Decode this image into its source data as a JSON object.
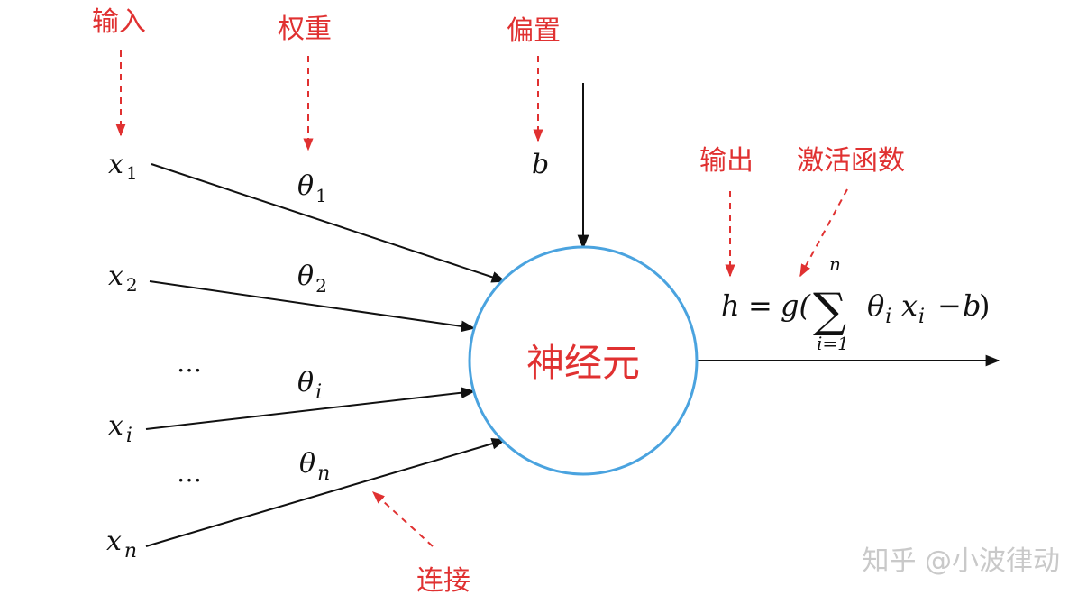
{
  "annotations": {
    "input": "输入",
    "weight": "权重",
    "bias": "偏置",
    "output": "输出",
    "activation": "激活函数",
    "connection": "连接"
  },
  "neuron": {
    "label": "神经元"
  },
  "inputs": [
    {
      "base": "x",
      "sub": "1"
    },
    {
      "base": "x",
      "sub": "2"
    },
    {
      "base": "x",
      "sub": "i"
    },
    {
      "base": "x",
      "sub": "n"
    }
  ],
  "weights": [
    {
      "base": "θ",
      "sub": "1"
    },
    {
      "base": "θ",
      "sub": "2"
    },
    {
      "base": "θ",
      "sub": "i"
    },
    {
      "base": "θ",
      "sub": "n"
    }
  ],
  "ellipsis": "…",
  "bias_symbol": "b",
  "formula": {
    "lhs": "h",
    "eq": "=",
    "func": "g(",
    "sum": "∑",
    "upper": "n",
    "lower": "i=1",
    "theta": "θ",
    "theta_sub": "i",
    "x": "x",
    "x_sub": "i",
    "minus": "−",
    "b": "b",
    "close": ")"
  },
  "watermark": "知乎 @小波律动",
  "colors": {
    "annotation": "#e03131",
    "neuron_border": "#4aa3df",
    "line": "#111111",
    "watermark": "#c9c9c9"
  }
}
